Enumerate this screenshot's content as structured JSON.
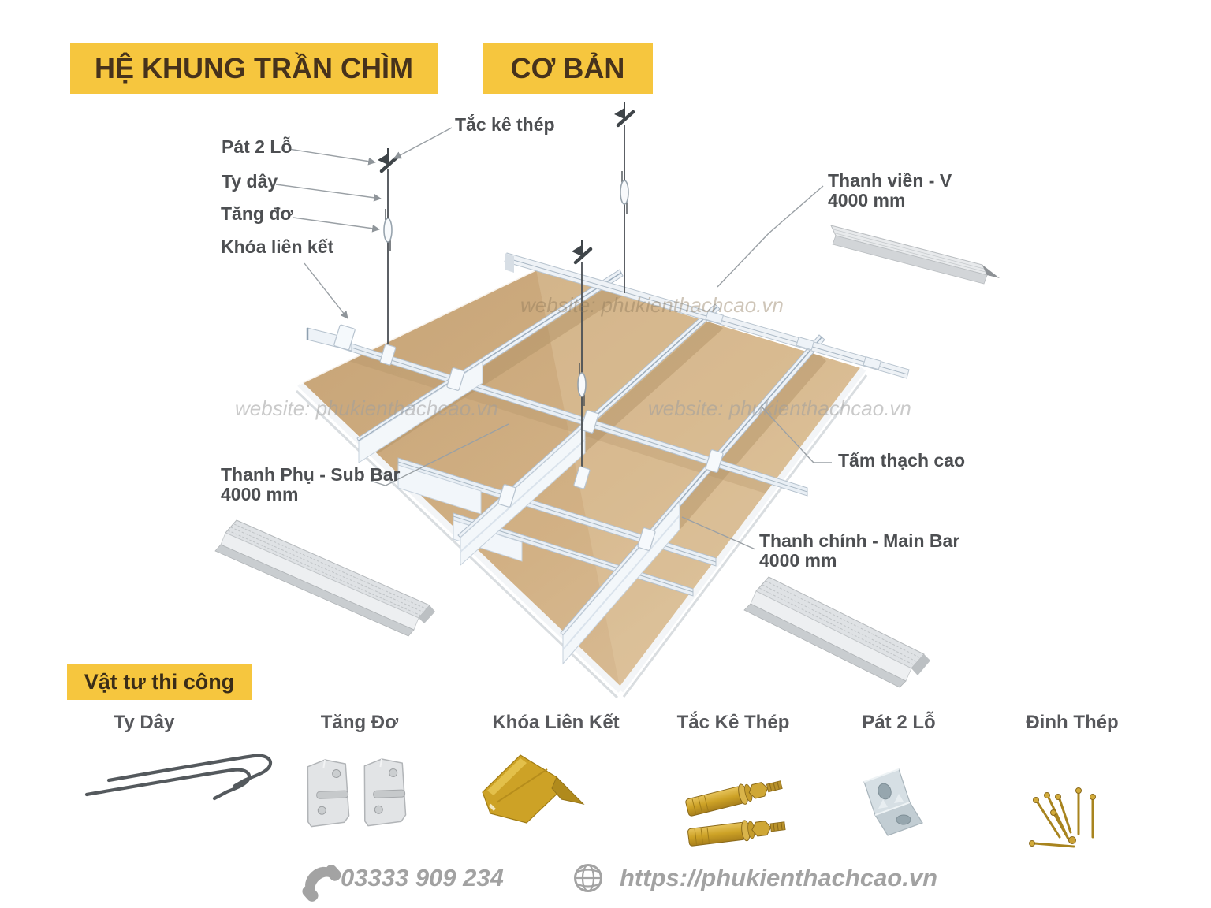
{
  "header": {
    "title_main": "HỆ KHUNG TRẦN CHÌM",
    "title_sub": "CƠ BẢN"
  },
  "diagram": {
    "watermark": "website: phukienthachcao.vn",
    "labels": {
      "tac_ke_thep": "Tắc kê thép",
      "pat_2_lo": "Pát 2 Lỗ",
      "ty_day": "Ty dây",
      "tang_do": "Tăng đơ",
      "khoa_lien_ket": "Khóa liên kết",
      "thanh_vien": "Thanh viền - V",
      "thanh_vien_size": "4000 mm",
      "tam_thach_cao": "Tấm thạch cao",
      "thanh_phu": "Thanh Phụ - Sub Bar",
      "thanh_phu_size": "4000 mm",
      "thanh_chinh": "Thanh chính - Main Bar",
      "thanh_chinh_size": "4000 mm"
    }
  },
  "materials": {
    "title": "Vật tư thi công",
    "items": [
      {
        "label": "Ty Dây"
      },
      {
        "label": "Tăng Đơ"
      },
      {
        "label": "Khóa Liên Kết"
      },
      {
        "label": "Tắc Kê Thép"
      },
      {
        "label": "Pát 2 Lỗ"
      },
      {
        "label": "Đinh Thép"
      }
    ]
  },
  "footer": {
    "phone": "03333 909 234",
    "website": "https://phukienthachcao.vn"
  },
  "colors": {
    "banner_yellow": "#F6C63E",
    "banner_text": "#46321C",
    "label_gray": "#4D4F52",
    "footer_gray": "#A2A2A2",
    "panel_tan": "#CFAE82",
    "bar_white": "#EDF2F7",
    "gold": "#CDA226"
  }
}
